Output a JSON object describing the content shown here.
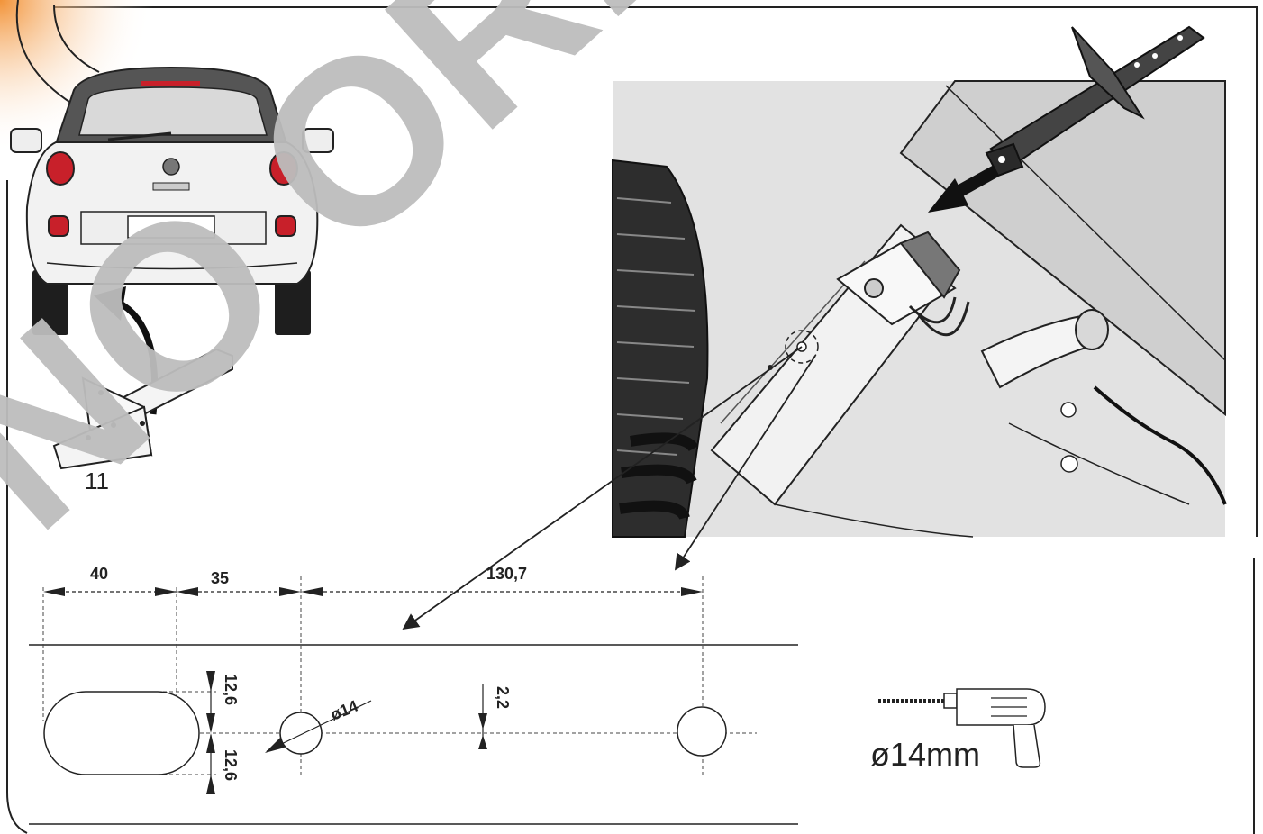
{
  "part": {
    "number": "11"
  },
  "dimensions": {
    "d1": "40",
    "d2": "35",
    "d3": "130,7",
    "v1": "12,6",
    "v2": "12,6",
    "v3": "2,2",
    "hole": "ø14"
  },
  "drill": {
    "label": "ø14mm"
  },
  "watermark": {
    "text": "NO ORIGINAL"
  },
  "colors": {
    "accent": "#F29338",
    "taillight": "#C8202A",
    "ink": "#222222",
    "watermark": "#BDBDBD",
    "photo_bg": "#E2E2E2"
  },
  "icons": [
    "car-rear-icon",
    "bracket-icon",
    "curved-arrow-icon",
    "drill-icon",
    "insert-arrow-icon"
  ]
}
